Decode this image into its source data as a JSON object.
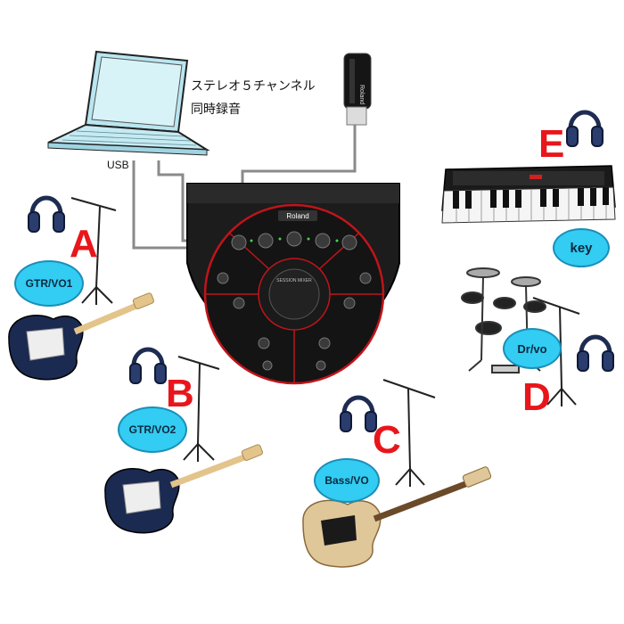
{
  "annotation": {
    "line1": "ステレオ５チャンネル",
    "line2": "同時録音"
  },
  "usb_label": "USB",
  "brand": "Roland",
  "mixer_title": "SESSION MIXER",
  "channels": [
    {
      "letter": "A",
      "name": "GTR/VO1"
    },
    {
      "letter": "B",
      "name": "GTR/VO2"
    },
    {
      "letter": "C",
      "name": "Bass/VO"
    },
    {
      "letter": "D",
      "name": "Dr/vo"
    },
    {
      "letter": "E",
      "name": "key"
    }
  ],
  "colors": {
    "letter": "#e8161b",
    "bubble": "#33ccf2",
    "cable": "#8a8a8a",
    "mixer": "#1c1c1c",
    "mixer_accent": "#c0141a"
  }
}
